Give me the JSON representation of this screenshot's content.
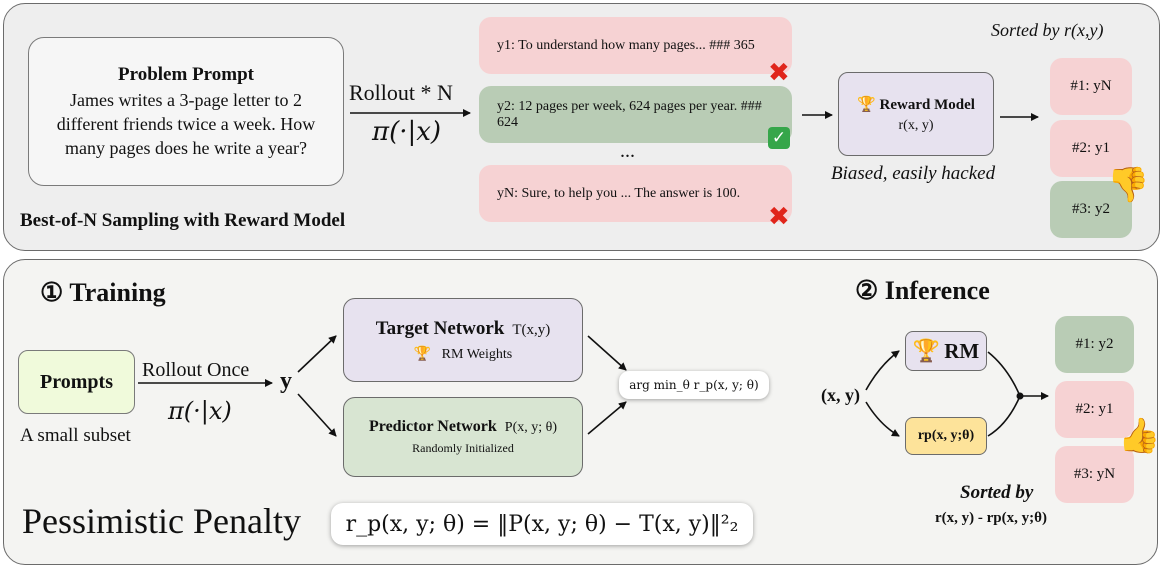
{
  "top": {
    "caption": "Best-of-N Sampling with Reward Model",
    "problem": {
      "title": "Problem Prompt",
      "text": "James writes a 3-page letter to 2 different friends twice a week. How many pages does he write a year?"
    },
    "rollout_label": "Rollout * N",
    "policy": "π(·|x)",
    "responses": [
      {
        "text": "y1: To understand how many pages... ### 365",
        "status": "wrong"
      },
      {
        "text": "y2: 12 pages per week, 624 pages per year. ### 624",
        "status": "correct"
      },
      {
        "text": "yN: Sure, to help you ... The answer is 100.",
        "status": "wrong"
      }
    ],
    "ellipsis": "...",
    "reward_model": {
      "name": "Reward Model",
      "formula": "r(x, y)",
      "caption": "Biased, easily hacked"
    },
    "sorted_label": "Sorted by r(x,y)",
    "ranking": [
      "#1: yN",
      "#2: y1",
      "#3: y2"
    ]
  },
  "bottom": {
    "training_title": "① Training",
    "inference_title": "② Inference",
    "prompts": {
      "label": "Prompts",
      "caption": "A small subset"
    },
    "rollout_once": "Rollout Once",
    "policy": "π(·|x)",
    "y": "y",
    "target": {
      "name": "Target Network",
      "formula": "T(x,y)",
      "sub": "RM Weights"
    },
    "predictor": {
      "name": "Predictor Network",
      "formula": "P(x, y; θ)",
      "sub": "Randomly Initialized"
    },
    "argmin": "arg min_θ r_p(x, y; θ)",
    "penalty_title": "Pessimistic Penalty",
    "penalty_formula": "r_p(x, y; θ) = ‖P(x, y; θ) − T(x, y)‖²₂",
    "xy": "(x, y)",
    "rm": "RM",
    "rp": "rp(x, y;θ)",
    "sorted_by": "Sorted by",
    "sorted_formula": "r(x, y) - rp(x, y;θ)",
    "ranking": [
      "#1: y2",
      "#2: y1",
      "#3: yN"
    ]
  },
  "colors": {
    "pink": "#f6d2d3",
    "green": "#b9ccb5",
    "lavender": "#e7e2ef",
    "light_green": "#f0fadb",
    "yellow": "#fde39a",
    "panel": "#f0f0f0"
  },
  "icons": [
    "x-mark-icon",
    "check-icon",
    "trophy-icon",
    "thumbs-down-icon",
    "thumbs-up-icon"
  ]
}
